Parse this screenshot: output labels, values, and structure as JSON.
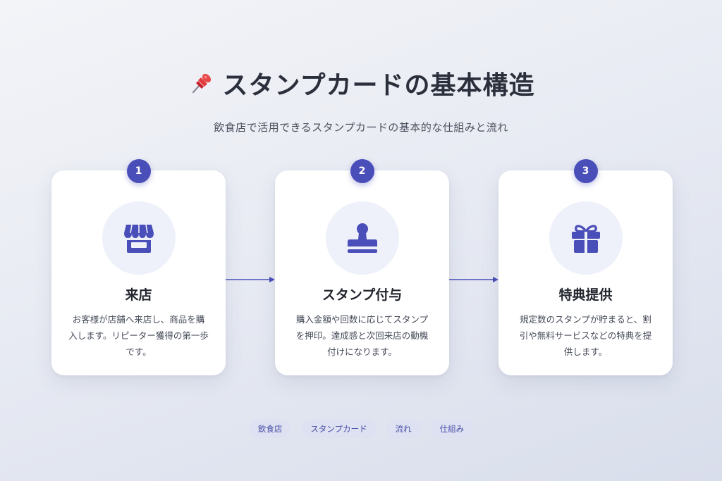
{
  "header": {
    "title": "スタンプカードの基本構造",
    "subtitle": "飲食店で活用できるスタンプカードの基本的な仕組みと流れ"
  },
  "steps": [
    {
      "number": "1",
      "title": "来店",
      "icon": "store-icon",
      "description": "お客様が店舗へ来店し、商品を購入します。リピーター獲得の第一歩です。"
    },
    {
      "number": "2",
      "title": "スタンプ付与",
      "icon": "stamp-icon",
      "description": "購入金額や回数に応じてスタンプを押印。達成感と次回来店の動機付けになります。"
    },
    {
      "number": "3",
      "title": "特典提供",
      "icon": "gift-icon",
      "description": "規定数のスタンプが貯まると、割引や無料サービスなどの特典を提供します。"
    }
  ],
  "tags": [
    "飲食店",
    "スタンプカード",
    "流れ",
    "仕組み"
  ],
  "colors": {
    "accent": "#4a4eb8",
    "icon_bg": "#eef0fa",
    "tag_bg": "#dde1f2",
    "card_bg": "#ffffff"
  }
}
